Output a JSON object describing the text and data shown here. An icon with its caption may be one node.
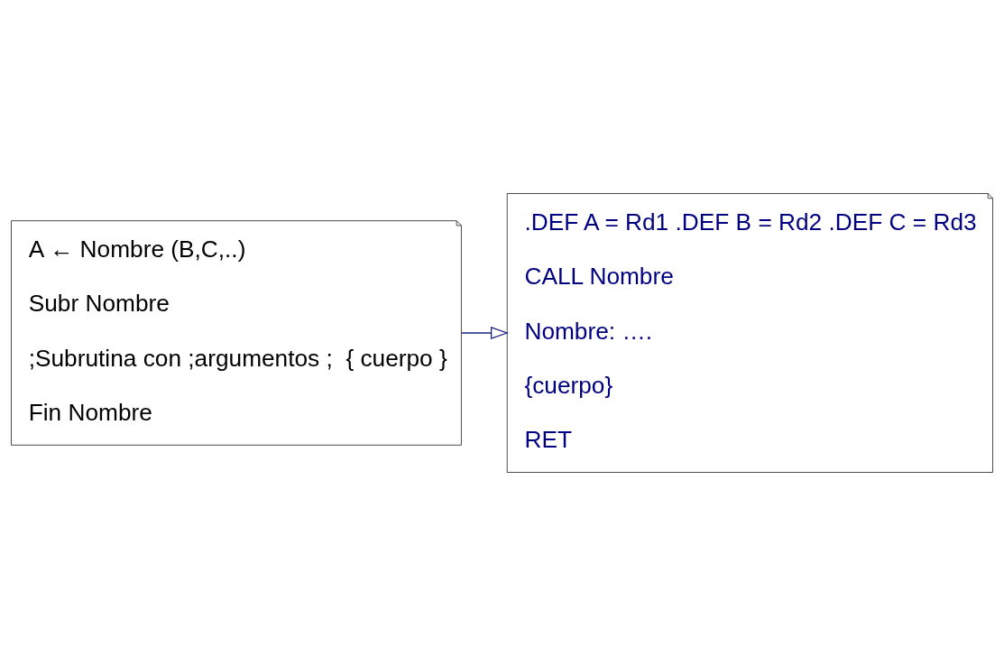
{
  "diagram": {
    "nodes": [
      {
        "text": [
          "A ← Nombre (B,C,..)",
          "Subr Nombre",
          ";Subrutina con ;argumentos ;  { cuerpo }",
          "Fin Nombre"
        ]
      },
      {
        "text": [
          ".DEF A = Rd1 .DEF B = Rd2 .DEF C = Rd3",
          "CALL Nombre",
          "Nombre: ….",
          "{cuerpo}",
          "RET"
        ]
      }
    ],
    "edges": [
      {
        "from": 0,
        "to": 1,
        "arrow": "to"
      }
    ]
  }
}
